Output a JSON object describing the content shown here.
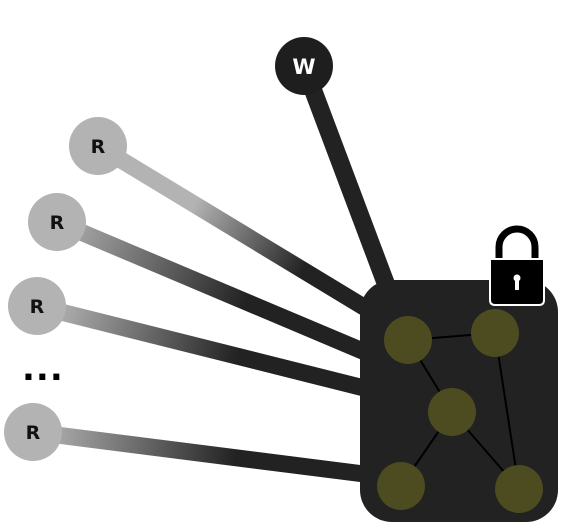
{
  "writer": {
    "label": "W"
  },
  "readers": [
    {
      "label": "R"
    },
    {
      "label": "R"
    },
    {
      "label": "R"
    },
    {
      "label": "R"
    }
  ],
  "ellipsis": "...",
  "icons": {
    "lock": "lock-icon"
  },
  "colors": {
    "writer_fill": "#1e1e1e",
    "reader_fill": "#b3b3b3",
    "store_fill": "#222222",
    "graph_node_fill": "#4c4c20",
    "edge_dark": "#222222",
    "edge_light": "#b3b3b3"
  }
}
